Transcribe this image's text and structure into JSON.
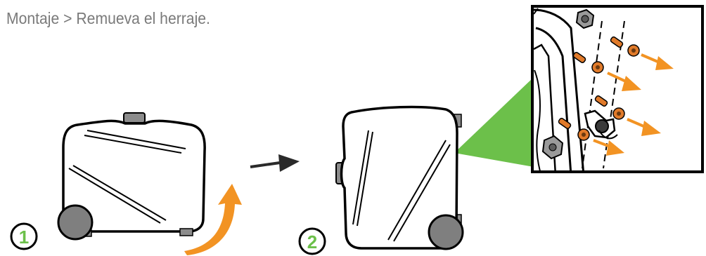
{
  "title": "Montaje > Remueva el herraje.",
  "steps": [
    {
      "number": "1"
    },
    {
      "number": "2"
    }
  ],
  "colors": {
    "accent_green": "#6cc04a",
    "arrow_orange": "#f29323",
    "wheel_gray": "#7f7f7f",
    "title_gray": "#7a7a7a",
    "outline": "#000000"
  },
  "icons": [
    "step-1-badge",
    "step-2-badge",
    "transition-arrow",
    "rotate-arrow",
    "zoom-callout"
  ]
}
